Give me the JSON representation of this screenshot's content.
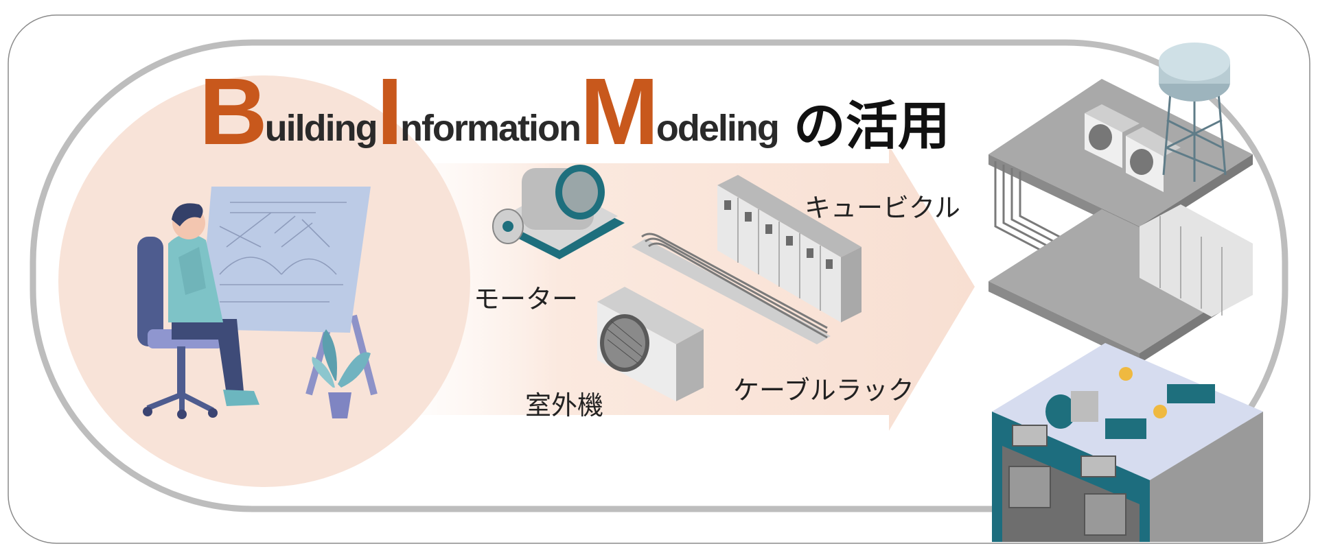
{
  "title": {
    "b_initial": "B",
    "b_rest": "uilding",
    "i_initial": "I",
    "i_rest": "nformation",
    "m_initial": "M",
    "m_rest": "odeling",
    "jp_suffix": "の活用"
  },
  "labels": {
    "motor": "モーター",
    "cubicle": "キュービクル",
    "outdoor_unit": "室外機",
    "cable_rack": "ケーブルラック"
  },
  "colors": {
    "accent_orange": "#c8581c",
    "circle_peach": "#f8e3d8",
    "arrow_peach": "#fbe7dc",
    "frame_gray": "#b9b9b9"
  }
}
